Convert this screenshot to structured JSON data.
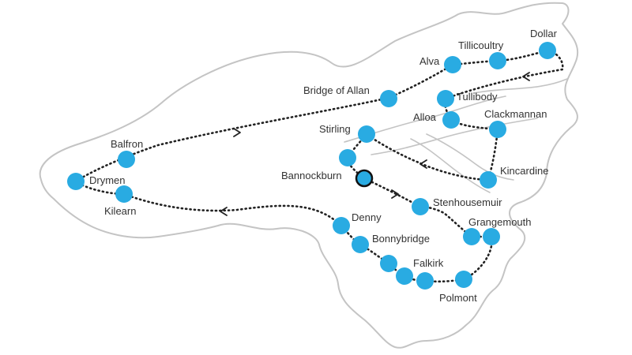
{
  "colors": {
    "stop_fill": "#29abe2",
    "start_fill": "#29abe2",
    "route": "#222222",
    "outline": "#c4c4c4",
    "label": "#333333"
  },
  "places": [
    {
      "id": "balfron",
      "label": "Balfron"
    },
    {
      "id": "drymen",
      "label": "Drymen"
    },
    {
      "id": "kilearn",
      "label": "Kilearn"
    },
    {
      "id": "bridge-of-allan",
      "label": "Bridge of Allan"
    },
    {
      "id": "alva",
      "label": "Alva"
    },
    {
      "id": "tillicoultry",
      "label": "Tillicoultry"
    },
    {
      "id": "dollar",
      "label": "Dollar"
    },
    {
      "id": "tullibody",
      "label": "Tullibody"
    },
    {
      "id": "alloa",
      "label": "Alloa"
    },
    {
      "id": "clackmannan",
      "label": "Clackmannan"
    },
    {
      "id": "stirling",
      "label": "Stirling"
    },
    {
      "id": "bannockburn",
      "label": "Bannockburn"
    },
    {
      "id": "kincardine",
      "label": "Kincardine"
    },
    {
      "id": "stenhousemuir",
      "label": "Stenhousemuir"
    },
    {
      "id": "grangemouth",
      "label": "Grangemouth"
    },
    {
      "id": "denny",
      "label": "Denny"
    },
    {
      "id": "bonnybridge",
      "label": "Bonnybridge"
    },
    {
      "id": "falkirk",
      "label": "Falkirk"
    },
    {
      "id": "polmont",
      "label": "Polmont"
    }
  ]
}
